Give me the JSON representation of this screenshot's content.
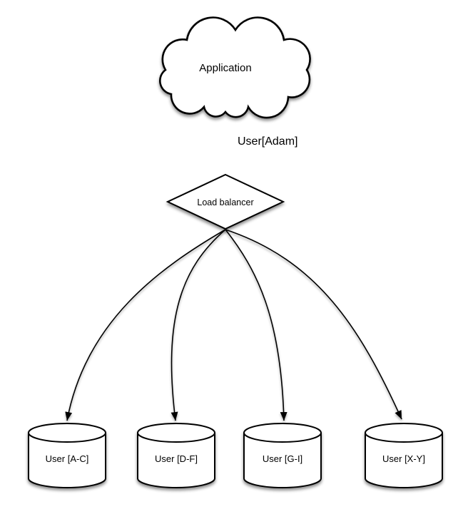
{
  "diagram": {
    "application": {
      "label": "Application",
      "shape": "cloud"
    },
    "request_edge": {
      "label": "User[Adam]"
    },
    "load_balancer": {
      "label": "Load balancer",
      "shape": "diamond"
    },
    "shards": [
      {
        "label": "User [A-C]",
        "shape": "cylinder"
      },
      {
        "label": "User [D-F]",
        "shape": "cylinder"
      },
      {
        "label": "User [G-I]",
        "shape": "cylinder"
      },
      {
        "label": "User [X-Y]",
        "shape": "cylinder"
      }
    ],
    "colors": {
      "stroke": "#000000",
      "fill": "#ffffff",
      "text": "#000000"
    }
  }
}
